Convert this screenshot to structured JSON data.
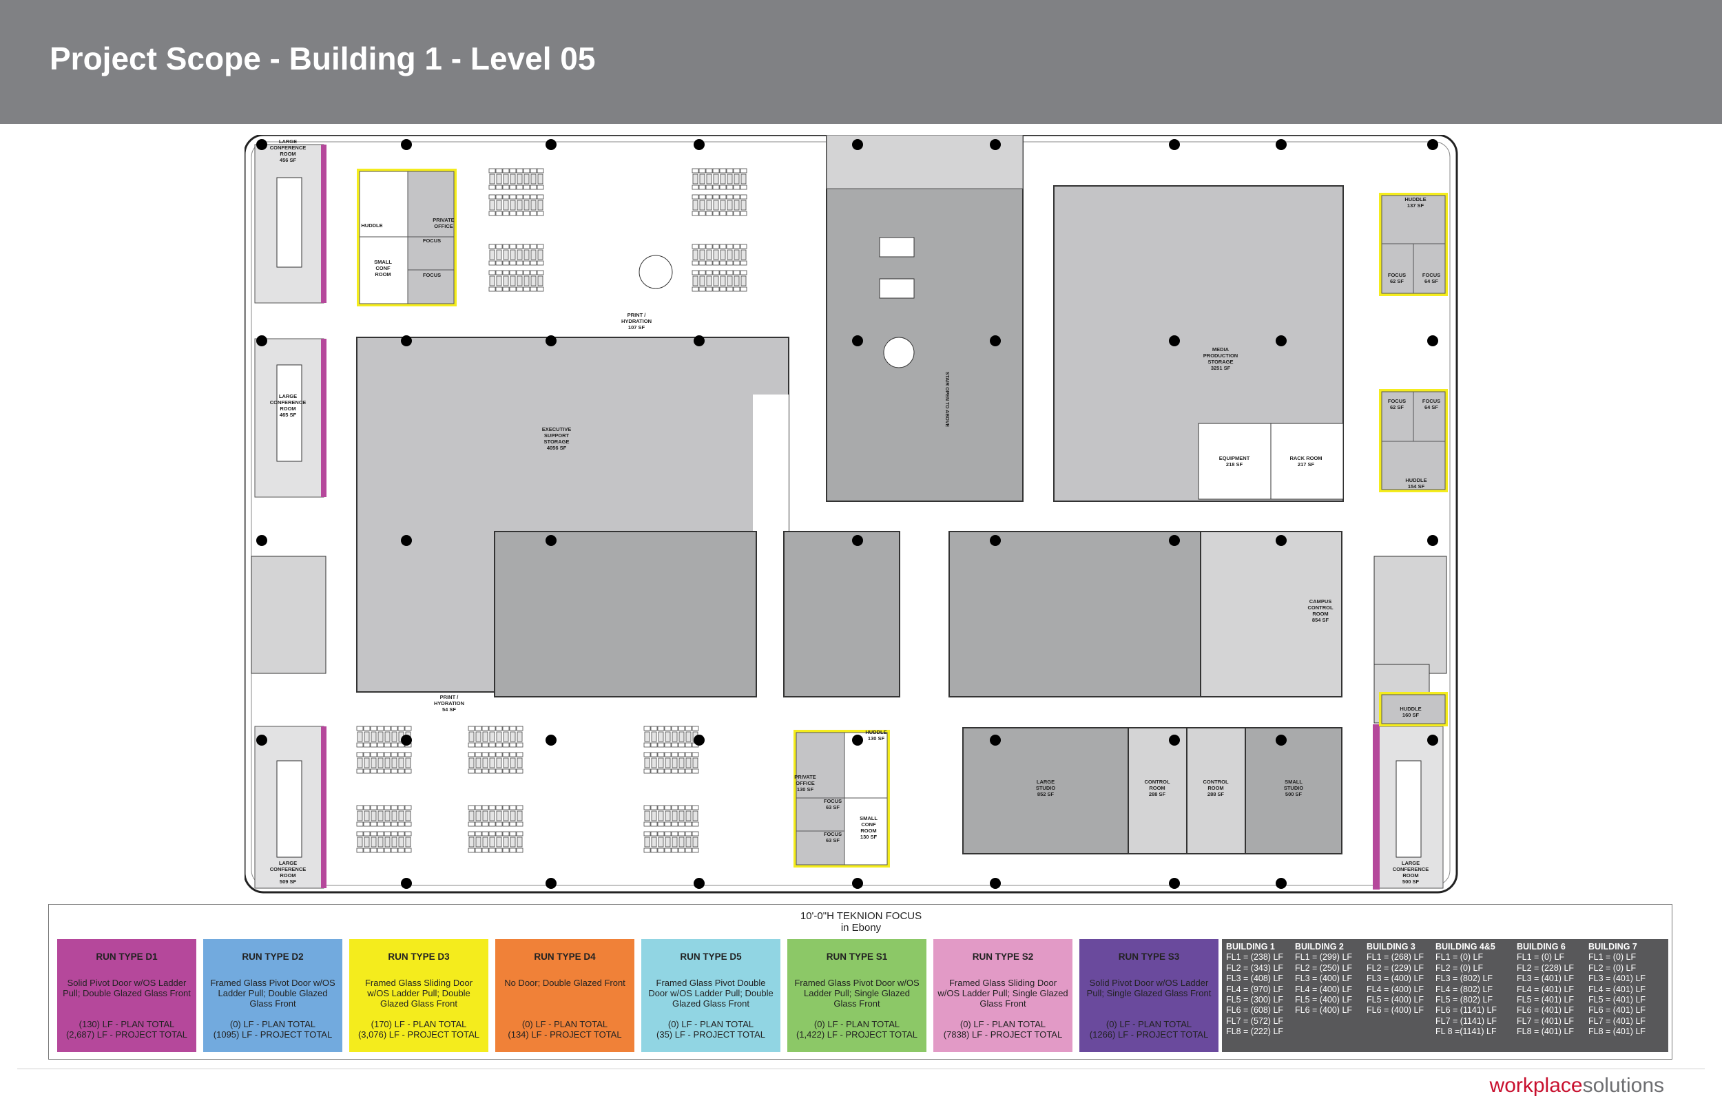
{
  "title": "Project Scope - Building 1 - Level 05",
  "floorplan": {
    "rooms": [
      {
        "key": "lcr1",
        "lines": [
          "LARGE",
          "CONFERENCE",
          "ROOM",
          "456 SF"
        ]
      },
      {
        "key": "huddle1",
        "lines": [
          "HUDDLE"
        ]
      },
      {
        "key": "private1",
        "lines": [
          "PRIVATE",
          "OFFICE"
        ]
      },
      {
        "key": "focus1",
        "lines": [
          "FOCUS"
        ]
      },
      {
        "key": "smallconf1",
        "lines": [
          "SMALL",
          "CONF",
          "ROOM"
        ]
      },
      {
        "key": "focus2",
        "lines": [
          "FOCUS"
        ]
      },
      {
        "key": "print1",
        "lines": [
          "PRINT /",
          "HYDRATION",
          "107 SF"
        ]
      },
      {
        "key": "lcr2",
        "lines": [
          "LARGE",
          "CONFERENCE",
          "ROOM",
          "465 SF"
        ]
      },
      {
        "key": "execstorage",
        "lines": [
          "EXECUTIVE",
          "SUPPORT",
          "STORAGE",
          "4056 SF"
        ]
      },
      {
        "key": "stair",
        "lines": [
          "STAIR OPEN TO ABOVE"
        ]
      },
      {
        "key": "media",
        "lines": [
          "MEDIA",
          "PRODUCTION",
          "STORAGE",
          "3251 SF"
        ]
      },
      {
        "key": "equipment",
        "lines": [
          "EQUIPMENT",
          "218 SF"
        ]
      },
      {
        "key": "rack",
        "lines": [
          "RACK ROOM",
          "217 SF"
        ]
      },
      {
        "key": "huddle2",
        "lines": [
          "HUDDLE",
          "137 SF"
        ]
      },
      {
        "key": "focus3",
        "lines": [
          "FOCUS",
          "62 SF"
        ]
      },
      {
        "key": "focus4",
        "lines": [
          "FOCUS",
          "64 SF"
        ]
      },
      {
        "key": "focus5",
        "lines": [
          "FOCUS",
          "62 SF"
        ]
      },
      {
        "key": "focus6",
        "lines": [
          "FOCUS",
          "64 SF"
        ]
      },
      {
        "key": "huddle3",
        "lines": [
          "HUDDLE",
          "154 SF"
        ]
      },
      {
        "key": "campus",
        "lines": [
          "CAMPUS",
          "CONTROL",
          "ROOM",
          "854 SF"
        ]
      },
      {
        "key": "huddle4",
        "lines": [
          "HUDDLE",
          "160 SF"
        ]
      },
      {
        "key": "print2",
        "lines": [
          "PRINT /",
          "HYDRATION",
          "54 SF"
        ]
      },
      {
        "key": "huddle5",
        "lines": [
          "HUDDLE",
          "130 SF"
        ]
      },
      {
        "key": "private2",
        "lines": [
          "PRIVATE",
          "OFFICE",
          "130 SF"
        ]
      },
      {
        "key": "focus7",
        "lines": [
          "FOCUS",
          "63 SF"
        ]
      },
      {
        "key": "smallconf2",
        "lines": [
          "SMALL",
          "CONF",
          "ROOM",
          "130 SF"
        ]
      },
      {
        "key": "focus8",
        "lines": [
          "FOCUS",
          "63 SF"
        ]
      },
      {
        "key": "lstudio",
        "lines": [
          "LARGE",
          "STUDIO",
          "852 SF"
        ]
      },
      {
        "key": "control1",
        "lines": [
          "CONTROL",
          "ROOM",
          "288 SF"
        ]
      },
      {
        "key": "control2",
        "lines": [
          "CONTROL",
          "ROOM",
          "288 SF"
        ]
      },
      {
        "key": "sstudio",
        "lines": [
          "SMALL",
          "STUDIO",
          "500 SF"
        ]
      },
      {
        "key": "lcr3",
        "lines": [
          "LARGE",
          "CONFERENCE",
          "ROOM",
          "509 SF"
        ]
      },
      {
        "key": "lcr4",
        "lines": [
          "LARGE",
          "CONFERENCE",
          "ROOM",
          "500 SF"
        ]
      }
    ]
  },
  "legend": {
    "heading_line1": "10'-0\"H TEKNION FOCUS",
    "heading_line2": "in Ebony",
    "runs": [
      {
        "type": "RUN TYPE D1",
        "color": "#b5489b",
        "desc": "Solid Pivot Door w/OS Ladder Pull; Double Glazed Glass Front",
        "plan": "(130) LF - PLAN TOTAL",
        "project": "(2,687) LF - PROJECT TOTAL"
      },
      {
        "type": "RUN TYPE D2",
        "color": "#72aade",
        "desc": "Framed Glass Pivot Door w/OS Ladder Pull; Double Glazed Glass Front",
        "plan": "(0) LF - PLAN TOTAL",
        "project": "(1095) LF - PROJECT TOTAL"
      },
      {
        "type": "RUN TYPE D3",
        "color": "#f4ec1d",
        "desc": "Framed Glass Sliding Door w/OS Ladder Pull; Double Glazed Glass Front",
        "plan": "(170) LF - PLAN TOTAL",
        "project": "(3,076) LF - PROJECT TOTAL"
      },
      {
        "type": "RUN TYPE D4",
        "color": "#f08138",
        "desc": "No Door; Double Glazed Front",
        "plan": "(0) LF - PLAN TOTAL",
        "project": "(134) LF - PROJECT TOTAL"
      },
      {
        "type": "RUN TYPE D5",
        "color": "#91d5e3",
        "desc": "Framed Glass Pivot Double Door w/OS Ladder Pull; Double Glazed Glass Front",
        "plan": "(0) LF - PLAN TOTAL",
        "project": "(35) LF - PROJECT TOTAL"
      },
      {
        "type": "RUN TYPE S1",
        "color": "#8cc867",
        "desc": "Framed Glass Pivot Door w/OS Ladder Pull; Single Glazed Glass Front",
        "plan": "(0) LF - PLAN TOTAL",
        "project": "(1,422) LF - PROJECT TOTAL"
      },
      {
        "type": "RUN TYPE S2",
        "color": "#e29ac6",
        "desc": "Framed Glass Sliding Door w/OS Ladder Pull; Single Glazed Glass Front",
        "plan": "(0) LF - PLAN TOTAL",
        "project": "(7838) LF - PROJECT TOTAL"
      },
      {
        "type": "RUN TYPE S3",
        "color": "#6a4a9d",
        "desc": "Solid Pivot Door w/OS Ladder Pull; Single Glazed Glass Front",
        "plan": "(0) LF - PLAN TOTAL",
        "project": "(1266) LF - PROJECT TOTAL"
      }
    ],
    "buildings": [
      {
        "name": "BUILDING 1",
        "rows": [
          "FL1 = (238) LF",
          "FL2 = (343) LF",
          "FL3 = (408) LF",
          "FL4 = (970) LF",
          "FL5 = (300) LF",
          "FL6 = (608) LF",
          "FL7 = (572) LF",
          "FL8 = (222) LF"
        ]
      },
      {
        "name": "BUILDING 2",
        "rows": [
          "FL1 = (299) LF",
          "FL2 = (250) LF",
          "FL3 = (400) LF",
          "FL4 = (400) LF",
          "FL5 = (400) LF",
          "FL6 = (400) LF"
        ]
      },
      {
        "name": "BUILDING 3",
        "rows": [
          "FL1 = (268) LF",
          "FL2 = (229) LF",
          "FL3 = (400) LF",
          "FL4 = (400) LF",
          "FL5 = (400) LF",
          "FL6 = (400) LF"
        ]
      },
      {
        "name": "BUILDING 4&5",
        "rows": [
          "FL1 = (0) LF",
          "FL2 = (0) LF",
          "FL3 = (802) LF",
          "FL4 = (802) LF",
          "FL5 = (802) LF",
          "FL6 = (1141) LF",
          "FL7 = (1141) LF",
          "FL 8 =(1141) LF"
        ]
      },
      {
        "name": "BUILDING 6",
        "rows": [
          "FL1 = (0) LF",
          "FL2 = (228) LF",
          "FL3 = (401) LF",
          "FL4 = (401) LF",
          "FL5 = (401) LF",
          "FL6 = (401) LF",
          "FL7 = (401) LF",
          "FL8 = (401) LF"
        ]
      },
      {
        "name": "BUILDING 7",
        "rows": [
          "FL1 = (0) LF",
          "FL2 = (0) LF",
          "FL3 = (401) LF",
          "FL4 = (401) LF",
          "FL5 = (401) LF",
          "FL6 = (401) LF",
          "FL7 = (401) LF",
          "FL8 = (401) LF"
        ]
      }
    ]
  },
  "footer": {
    "brand_a": "workplace",
    "brand_b": "solutions"
  }
}
